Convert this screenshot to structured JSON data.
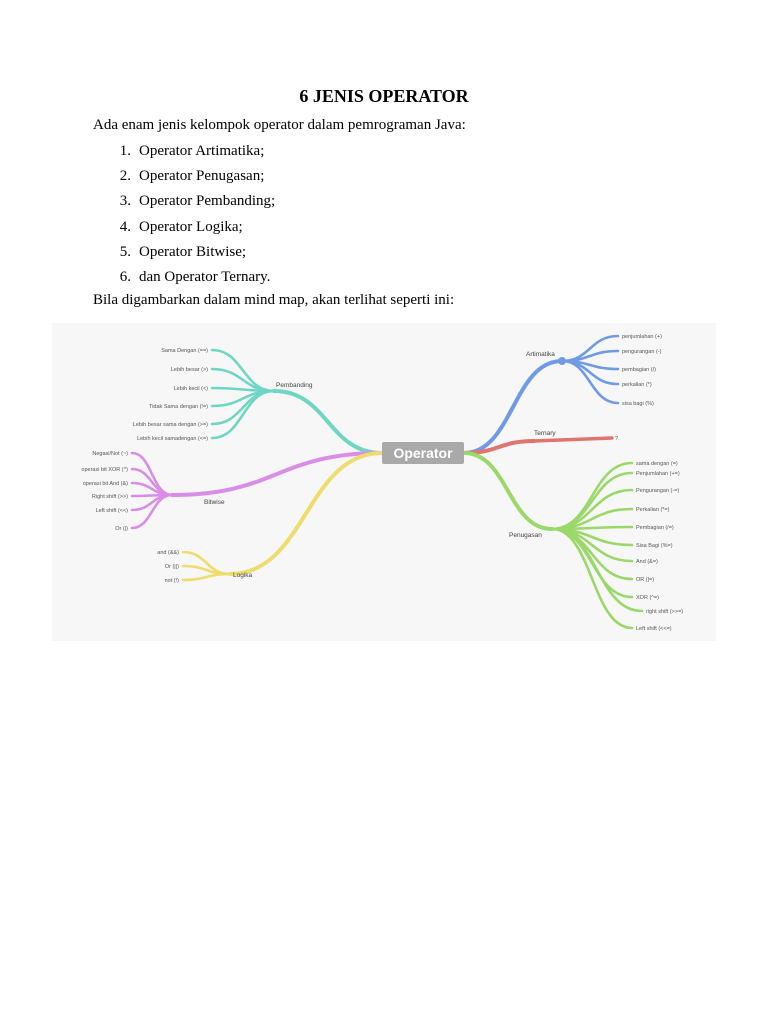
{
  "document": {
    "title": "6 JENIS OPERATOR",
    "intro": "Ada enam jenis kelompok operator dalam pemrograman Java:",
    "list": [
      {
        "num": "1.",
        "text": "Operator Artimatika;"
      },
      {
        "num": "2.",
        "text": "Operator Penugasan;"
      },
      {
        "num": "3.",
        "text": "Operator Pembanding;"
      },
      {
        "num": "4.",
        "text": "Operator Logika;"
      },
      {
        "num": "5.",
        "text": "Operator Bitwise;"
      },
      {
        "num": "6.",
        "text": "dan Operator Ternary."
      }
    ],
    "outro": "Bila digambarkan dalam mind map, akan terlihat seperti ini:"
  },
  "mindmap": {
    "center": "Operator",
    "colors": {
      "pembanding": "#6fd6c4",
      "bitwise": "#d98de6",
      "logika": "#eedd6e",
      "artimatika": "#6f9be6",
      "ternary": "#e0756f",
      "penugasan": "#9ad86a"
    },
    "branches": {
      "pembanding": {
        "label": "Pembanding",
        "items": [
          "Sama Dengan (==)",
          "Lebih besar (>)",
          "Lebih kecil (<)",
          "Tidak Sama dengan (!=)",
          "Lebih besar sama dengan (>=)",
          "Lebih kecil samadengan (<=)"
        ]
      },
      "bitwise": {
        "label": "Bitwise",
        "items": [
          "Negasi/Not (~)",
          "operasi bit XOR (^)",
          "operasi bit And (&)",
          "Right shift (>>)",
          "Left shift (<<)",
          "Or (|)"
        ]
      },
      "logika": {
        "label": "Logika",
        "items": [
          "and (&&)",
          "Or (||)",
          "not (!)"
        ]
      },
      "artimatika": {
        "label": "Artimatika",
        "items": [
          "penjumlahan (+)",
          "pengurangan (-)",
          "pembagian (/)",
          "perkalian (*)",
          "sisa bagi (%)"
        ]
      },
      "ternary": {
        "label": "Ternary",
        "items": [
          "?"
        ]
      },
      "penugasan": {
        "label": "Penugasan",
        "items": [
          "sama dengan (=)",
          "Penjumlahan (+=)",
          "Pengurangan (-=)",
          "Perkalian (*=)",
          "Pembagian (/=)",
          "Sisa Bagi (%=)",
          "And (&=)",
          "OR (|=)",
          "XOR (^=)",
          "right shift (>>=)",
          "Left shift (<<=)"
        ]
      }
    }
  }
}
